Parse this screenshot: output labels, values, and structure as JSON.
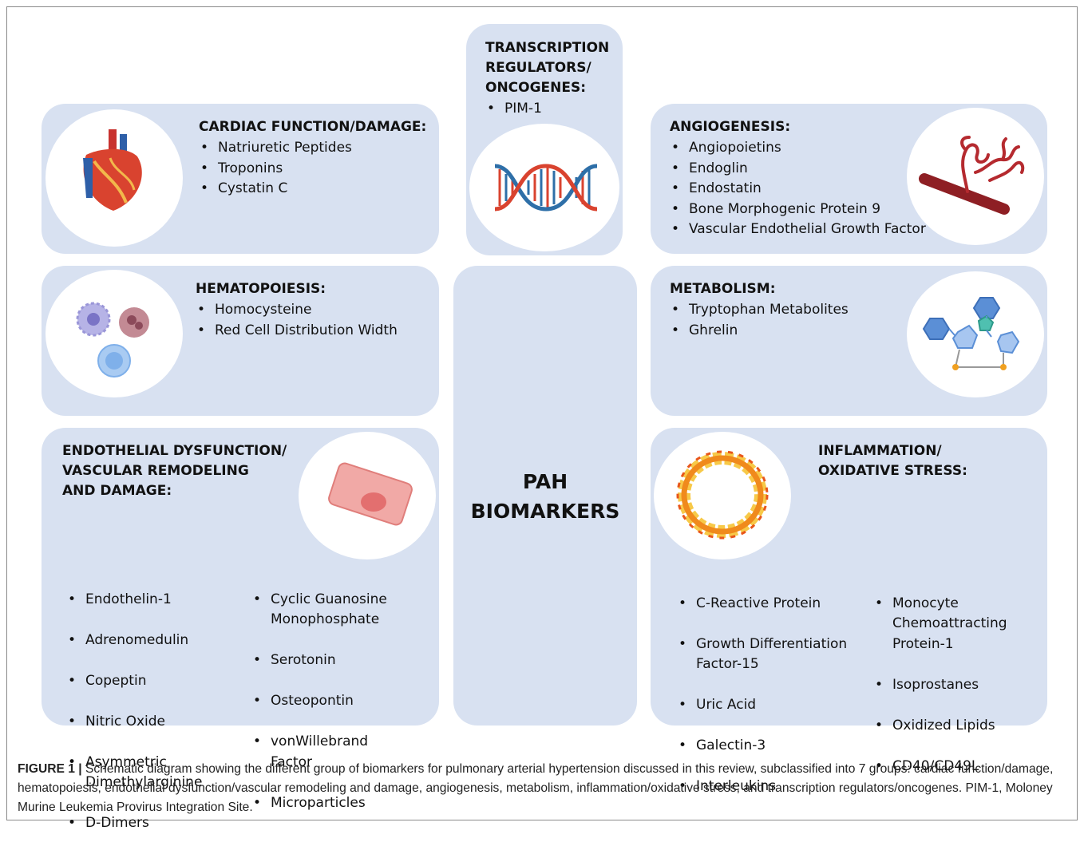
{
  "center": {
    "title": "PAH\nBIOMARKERS"
  },
  "transcription": {
    "title": "TRANSCRIPTION\nREGULATORS/\nONCOGENES:",
    "items": [
      "PIM-1"
    ]
  },
  "cardiac": {
    "title": "CARDIAC FUNCTION/DAMAGE:",
    "items": [
      "Natriuretic Peptides",
      "Troponins",
      "Cystatin C"
    ]
  },
  "angiogenesis": {
    "title": "ANGIOGENESIS:",
    "items": [
      "Angiopoietins",
      "Endoglin",
      "Endostatin",
      "Bone Morphogenic Protein 9",
      "Vascular Endothelial Growth Factor"
    ]
  },
  "hematopoiesis": {
    "title": "HEMATOPOIESIS:",
    "items": [
      "Homocysteine",
      "Red Cell Distribution Width"
    ]
  },
  "metabolism": {
    "title": "METABOLISM:",
    "items": [
      "Tryptophan Metabolites",
      "Ghrelin"
    ]
  },
  "endothelial": {
    "title": "ENDOTHELIAL DYSFUNCTION/\nVASCULAR REMODELING\nAND DAMAGE:",
    "items_left": [
      "Endothelin-1",
      "Adrenomedulin",
      "Copeptin",
      "Nitric Oxide",
      "Asymmetric\nDimethylarginine",
      "D-Dimers"
    ],
    "items_right": [
      "Cyclic Guanosine\nMonophosphate",
      "Serotonin",
      "Osteopontin",
      "vonWillebrand\nFactor",
      "Microparticles"
    ]
  },
  "inflammation": {
    "title": "INFLAMMATION/\nOXIDATIVE STRESS:",
    "items_left": [
      "C-Reactive Protein",
      "Growth Differentiation\nFactor-15",
      "Uric Acid",
      "Galectin-3",
      "Interleukins"
    ],
    "items_right": [
      "Monocyte\nChemoattracting\nProtein-1",
      "Isoprostanes",
      "Oxidized Lipids",
      "CD40/CD49L"
    ]
  },
  "caption": {
    "label": "FIGURE 1 |",
    "text": "Schematic diagram showing the different group of biomarkers for pulmonary arterial hypertension discussed in this review, subclassified into 7 groups: cardiac function/damage, hematopoiesis, endothelial dysfunction/vascular remodeling and damage, angiogenesis, metabolism, inflammation/oxidative stress, and transcription regulators/oncogenes. PIM-1, Moloney Murine Leukemia Provirus Integration Site."
  },
  "colors": {
    "panel": "#d8e1f1",
    "circle": "#ffffff",
    "dna_red": "#d9432f",
    "dna_blue": "#2e6fa8",
    "vessel": "#a8262b",
    "cell": "#e88a8a",
    "fire": "#f08a1c",
    "molecule": "#5b8fd6"
  },
  "icons": {
    "cardiac": "heart-icon",
    "transcription": "dna-icon",
    "angiogenesis": "blood-vessel-icon",
    "hematopoiesis": "blood-cells-icon",
    "metabolism": "molecule-icon",
    "endothelial": "endothelial-cell-icon",
    "inflammation": "fire-ring-icon"
  }
}
